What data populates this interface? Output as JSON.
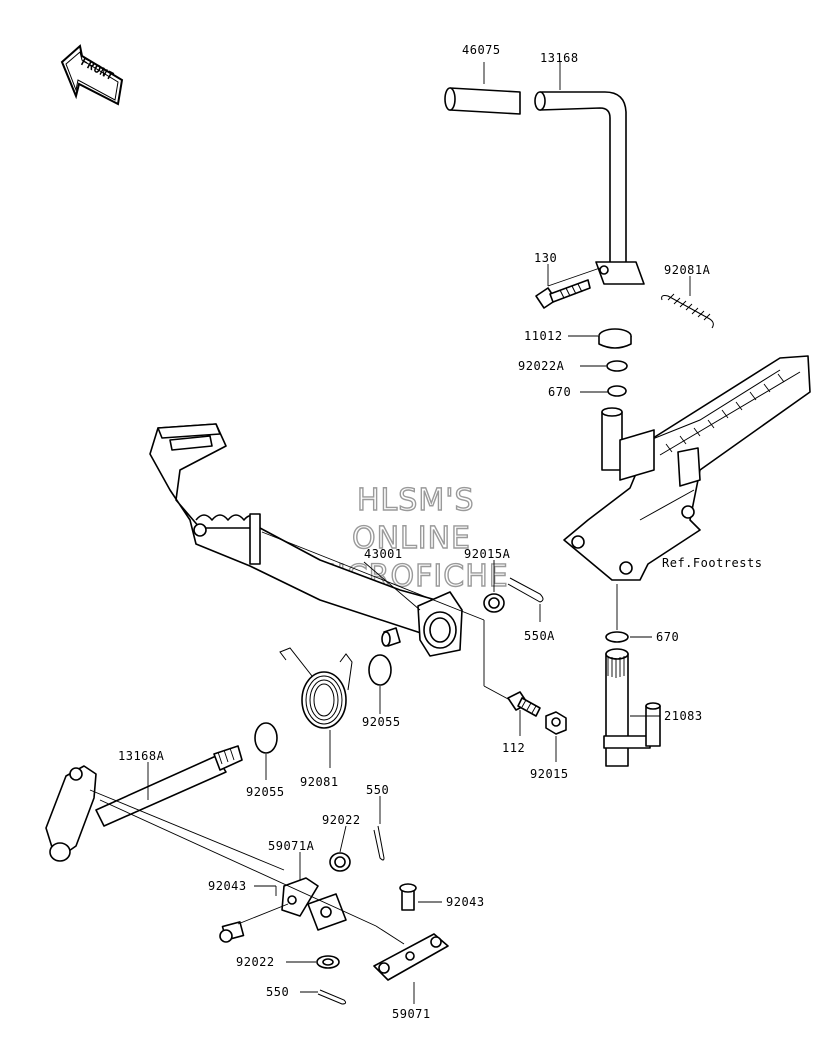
{
  "front_arrow": {
    "label": "FRONT"
  },
  "watermark": {
    "line1": "HLSM'S",
    "line2": "ONLINE",
    "line3": "MICROFICHE"
  },
  "ref_label": "Ref.Footrests",
  "callouts": {
    "c46075": "46075",
    "c13168": "13168",
    "c130": "130",
    "c92081A": "92081A",
    "c11012": "11012",
    "c92022A": "92022A",
    "c670a": "670",
    "c43001": "43001",
    "c92015A": "92015A",
    "c550A": "550A",
    "c670b": "670",
    "c21083": "21083",
    "c92055a": "92055",
    "c92081": "92081",
    "c112": "112",
    "c92015": "92015",
    "c13168A": "13168A",
    "c92055b": "92055",
    "c550a": "550",
    "c92022": "92022",
    "c59071A": "59071A",
    "c92043a": "92043",
    "c92043b": "92043",
    "c92022b": "92022",
    "c550b": "550",
    "c59071": "59071"
  }
}
